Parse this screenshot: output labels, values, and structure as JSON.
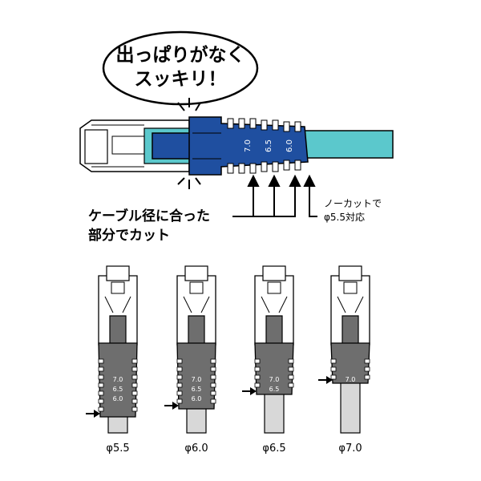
{
  "bubble": {
    "line1": "出っぱりがなく",
    "line2": "スッキリ！"
  },
  "callout_main": {
    "line1": "ケーブル径に合った",
    "line2": "部分でカット"
  },
  "callout_note": {
    "line1": "ノーカットで",
    "line2": "φ5.5対応"
  },
  "boot_marks": [
    "7.0",
    "6.5",
    "6.0"
  ],
  "colors": {
    "boot_blue": "#1f4fa0",
    "cable_cyan": "#5bc8cc",
    "boot_gray": "#6e6e6e",
    "cable_gray": "#d8d8d8"
  },
  "variants": [
    {
      "label": "φ5.5",
      "marks": [
        "7.0",
        "6.5",
        "6.0"
      ]
    },
    {
      "label": "φ6.0",
      "marks": [
        "7.0",
        "6.5",
        "6.0"
      ]
    },
    {
      "label": "φ6.5",
      "marks": [
        "7.0",
        "6.5"
      ]
    },
    {
      "label": "φ7.0",
      "marks": [
        "7.0"
      ]
    }
  ]
}
